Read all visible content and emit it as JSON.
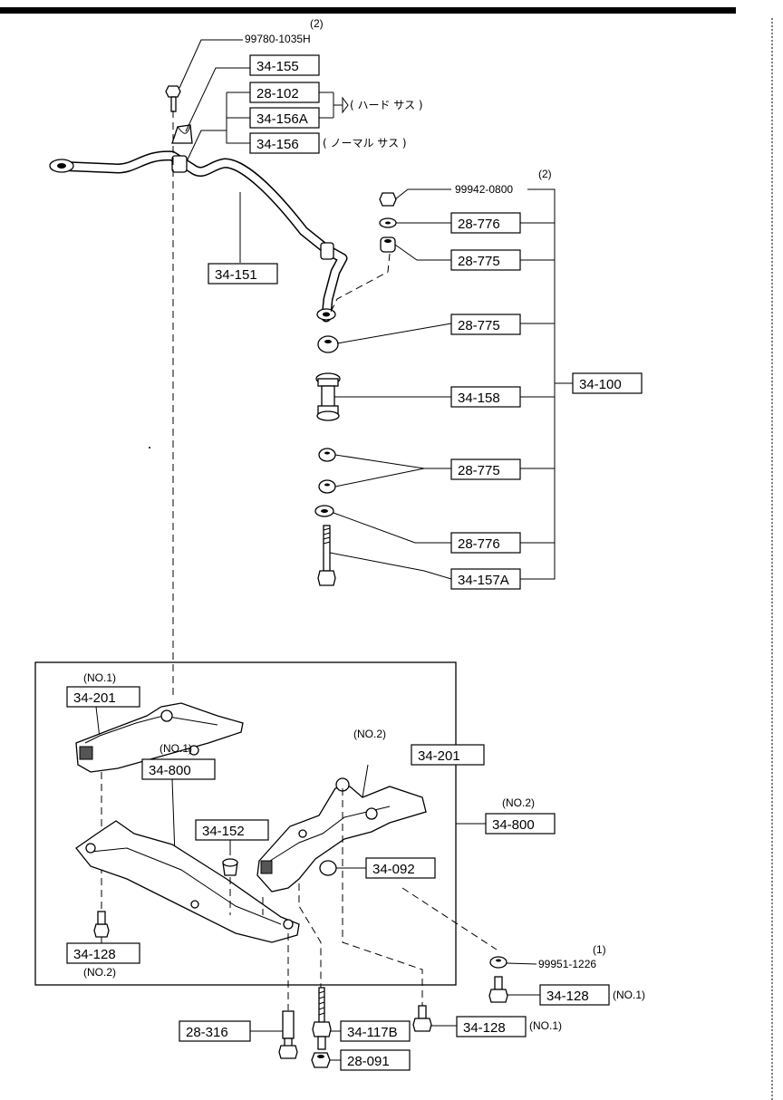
{
  "labels": {
    "qty_bolt": "(2)",
    "bolt_code": "99780-1035H",
    "p_34155": "34-155",
    "p_28102": "28-102",
    "p_34156a": "34-156A",
    "p_34156": "34-156",
    "note_hard": "( ハード サス )",
    "note_normal": "( ノーマル サス )",
    "p_34151": "34-151",
    "qty_nut": "(2)",
    "nut_code": "99942-0800",
    "p_28776_a": "28-776",
    "p_28775_a": "28-775",
    "p_28775_b": "28-775",
    "p_34158": "34-158",
    "p_34100": "34-100",
    "p_28775_c": "28-775",
    "p_28776_b": "28-776",
    "p_34157a": "34-157A",
    "no1_a": "(NO.1)",
    "p_34201_a": "34-201",
    "no2_a": "(NO.2)",
    "p_34201_b": "34-201",
    "no1_b": "(NO.1)",
    "p_34800_a": "34-800",
    "no2_b": "(NO.2)",
    "p_34800_b": "34-800",
    "p_34152": "34-152",
    "p_34092": "34-092",
    "p_34128_a": "34-128",
    "no2_c": "(NO.2)",
    "qty_washer": "(1)",
    "washer_code": "99951-1226",
    "p_34128_b": "34-128",
    "no1_c": "(NO.1)",
    "p_28316": "28-316",
    "p_34117b": "34-117B",
    "p_34128_c": "34-128",
    "no1_d": "(NO.1)",
    "p_28091": "28-091"
  }
}
